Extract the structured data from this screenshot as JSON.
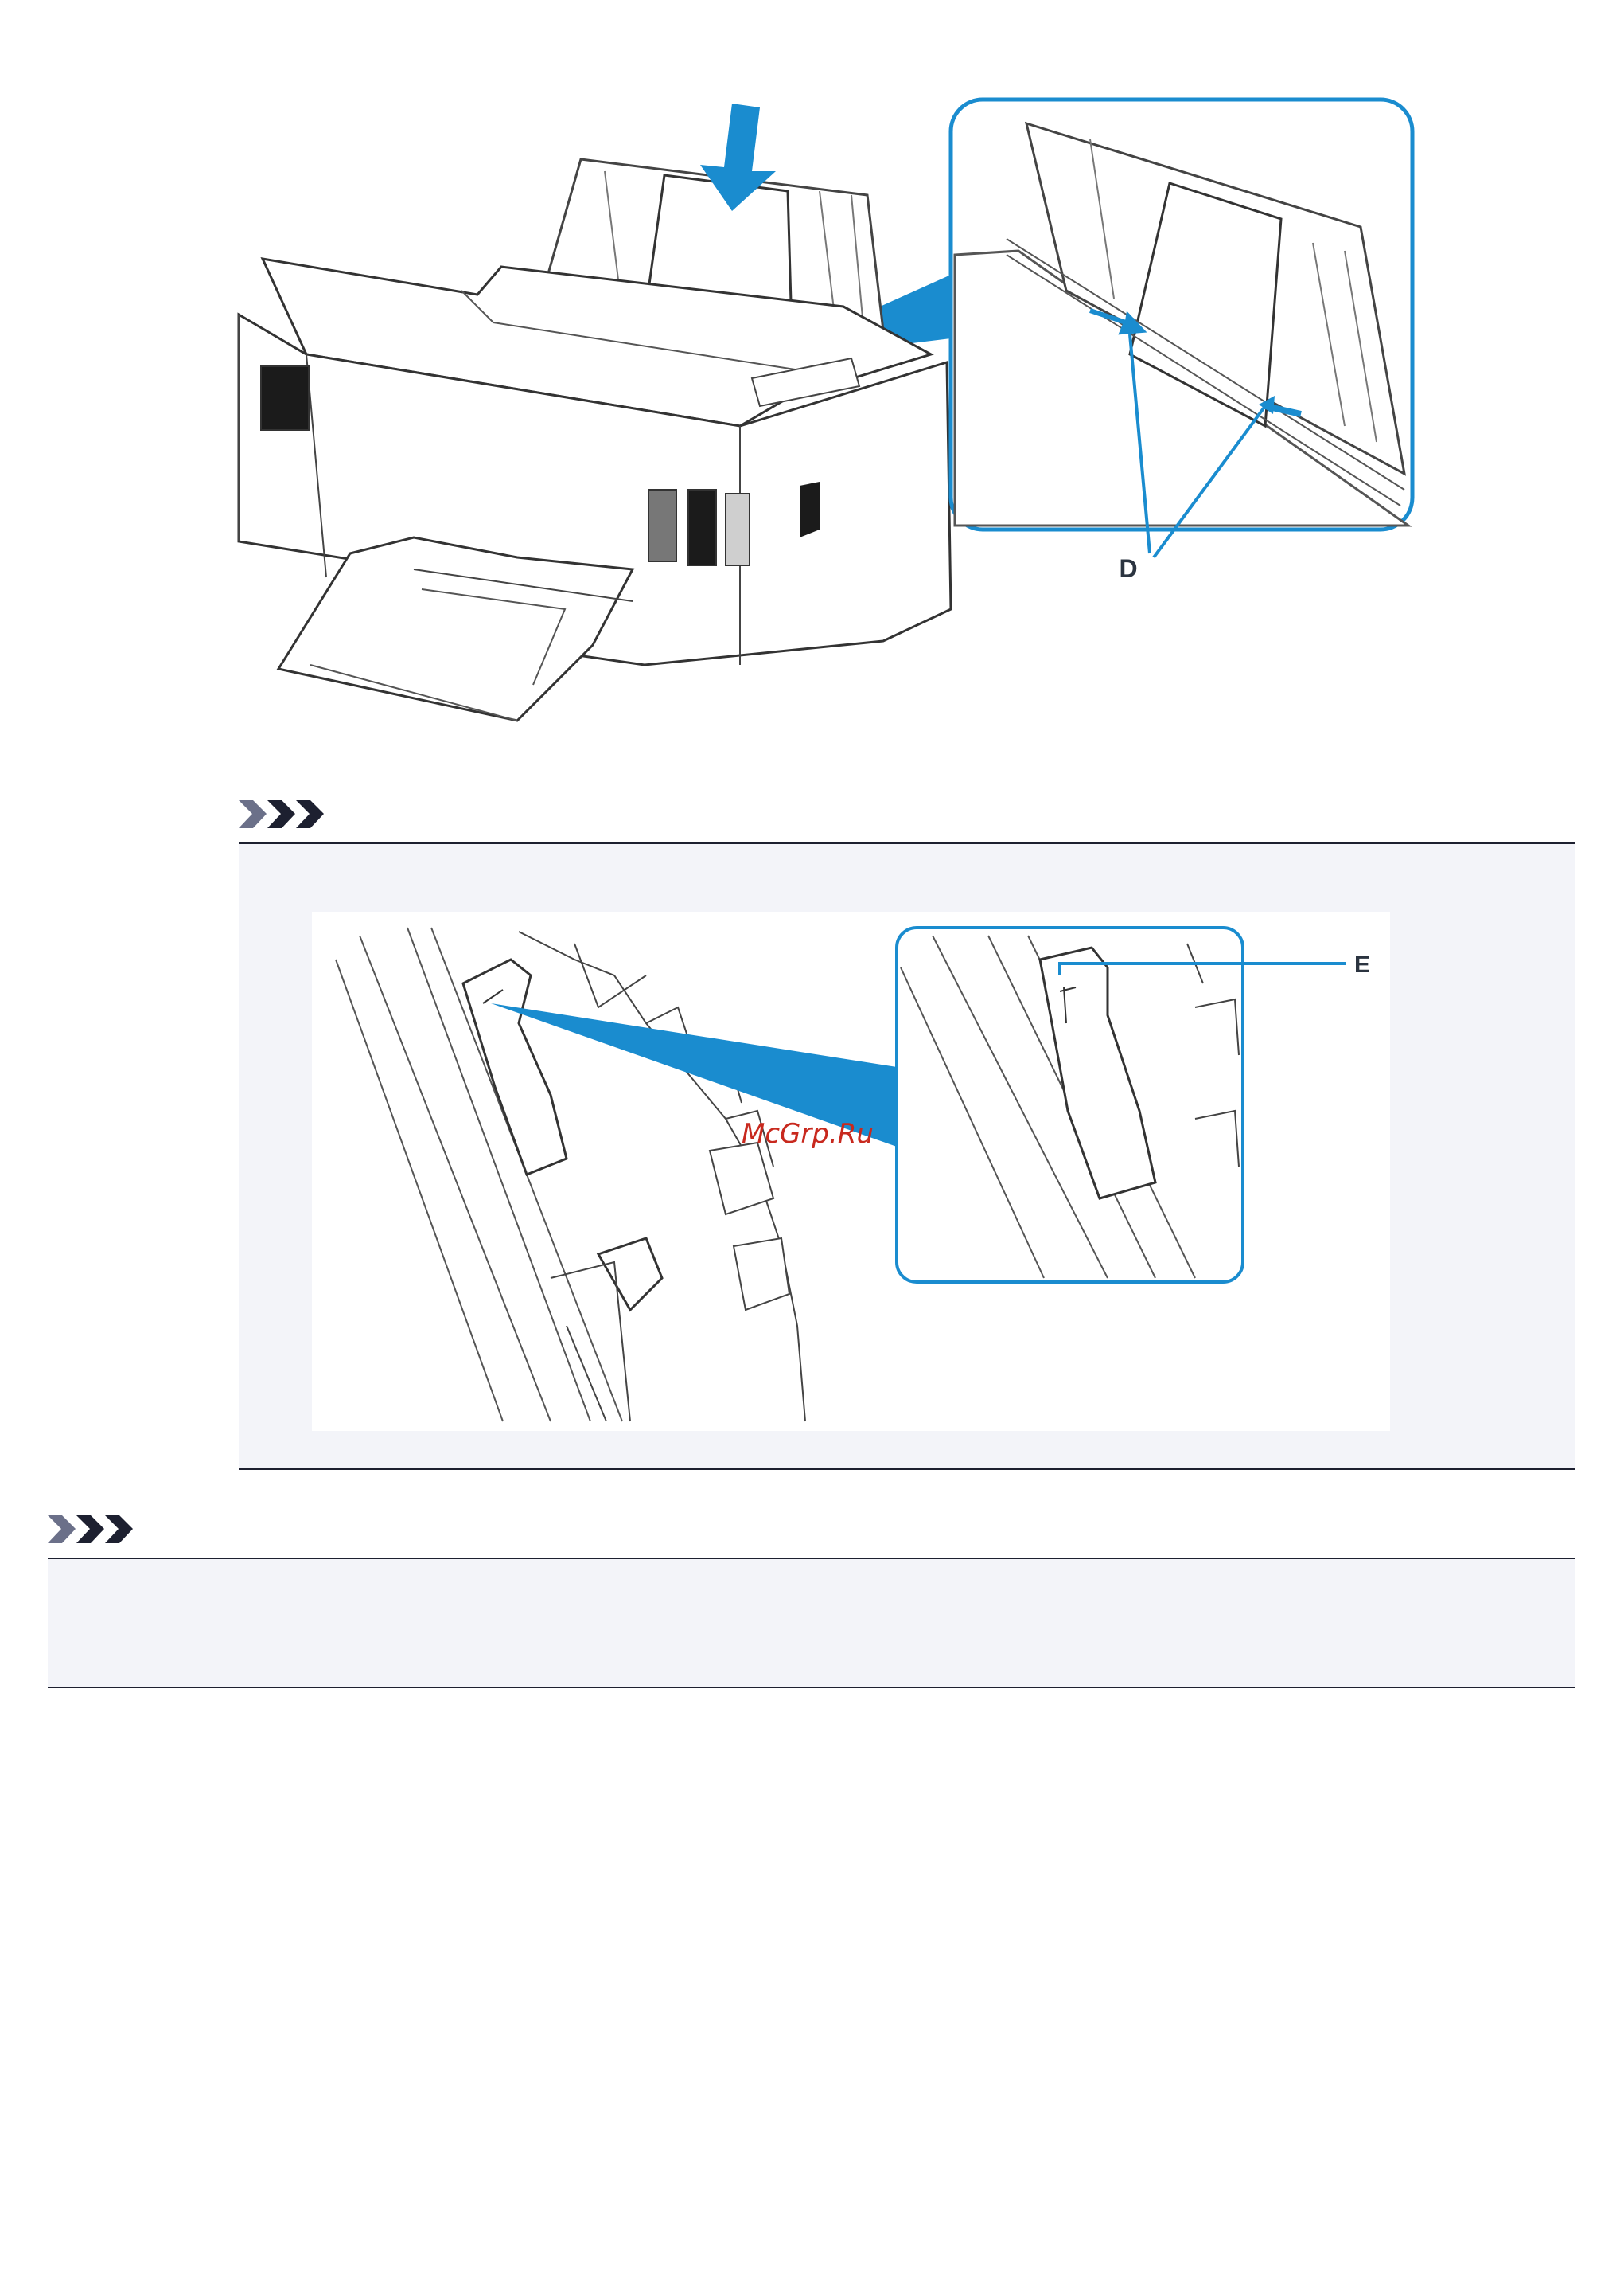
{
  "figure_top": {
    "callout_label": "D"
  },
  "note_1": {
    "icon": "note-chevrons-icon",
    "figure": {
      "callout_label": "E",
      "watermark": "McGrp.Ru"
    }
  },
  "note_2": {
    "icon": "note-chevrons-icon"
  },
  "colors": {
    "accent": "#1a8ccf",
    "note_background": "#f3f4f9",
    "rule": "#1d2030",
    "chevron": "#1d2030"
  }
}
